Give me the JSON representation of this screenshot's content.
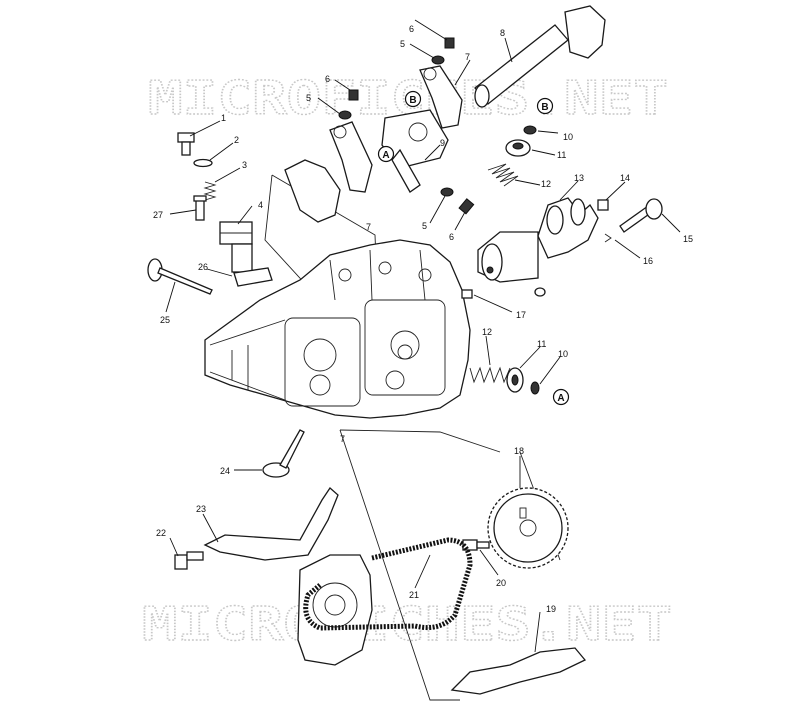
{
  "watermark": "MICROFICHES.NET",
  "callouts": [
    {
      "id": "c1",
      "text": "1"
    },
    {
      "id": "c2",
      "text": "2"
    },
    {
      "id": "c3",
      "text": "3"
    },
    {
      "id": "c4",
      "text": "4"
    },
    {
      "id": "c5a",
      "text": "5"
    },
    {
      "id": "c5b",
      "text": "5"
    },
    {
      "id": "c5c",
      "text": "5"
    },
    {
      "id": "c6a",
      "text": "6"
    },
    {
      "id": "c6b",
      "text": "6"
    },
    {
      "id": "c6c",
      "text": "6"
    },
    {
      "id": "c7a",
      "text": "7"
    },
    {
      "id": "c7b",
      "text": "7"
    },
    {
      "id": "c7c",
      "text": "7"
    },
    {
      "id": "c8",
      "text": "8"
    },
    {
      "id": "c9",
      "text": "9"
    },
    {
      "id": "c10a",
      "text": "10"
    },
    {
      "id": "c10b",
      "text": "10"
    },
    {
      "id": "c11a",
      "text": "11"
    },
    {
      "id": "c11b",
      "text": "11"
    },
    {
      "id": "c12a",
      "text": "12"
    },
    {
      "id": "c12b",
      "text": "12"
    },
    {
      "id": "c13",
      "text": "13"
    },
    {
      "id": "c14",
      "text": "14"
    },
    {
      "id": "c15",
      "text": "15"
    },
    {
      "id": "c16",
      "text": "16"
    },
    {
      "id": "c17",
      "text": "17"
    },
    {
      "id": "c18",
      "text": "18"
    },
    {
      "id": "c19",
      "text": "19"
    },
    {
      "id": "c20",
      "text": "20"
    },
    {
      "id": "c21",
      "text": "21"
    },
    {
      "id": "c22",
      "text": "22"
    },
    {
      "id": "c23",
      "text": "23"
    },
    {
      "id": "c24",
      "text": "24"
    },
    {
      "id": "c25",
      "text": "25"
    },
    {
      "id": "c26",
      "text": "26"
    },
    {
      "id": "c27",
      "text": "27"
    }
  ],
  "reference_letters": [
    {
      "id": "rA1",
      "text": "A"
    },
    {
      "id": "rA2",
      "text": "A"
    },
    {
      "id": "rB1",
      "text": "B"
    },
    {
      "id": "rB2",
      "text": "B"
    }
  ]
}
